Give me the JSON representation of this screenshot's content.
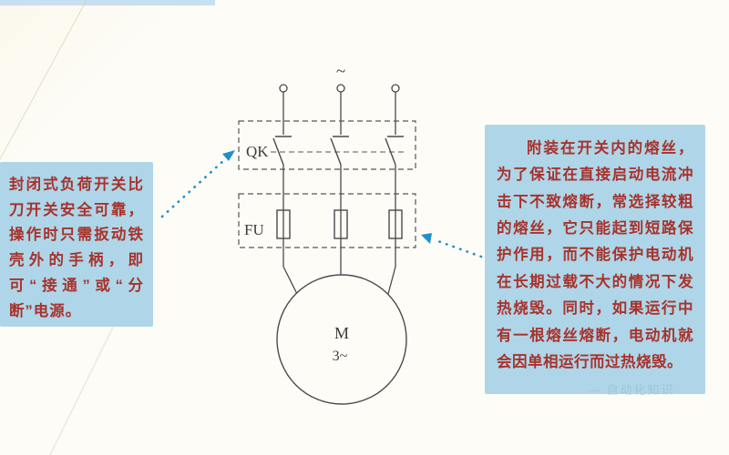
{
  "page": {
    "watermark": "— 自动化知识"
  },
  "circuit": {
    "source_symbol": "~",
    "switch_group_label": "QK",
    "fuse_group_label": "FU",
    "motor_letter": "M",
    "motor_phase": "3~"
  },
  "callouts": {
    "switch_note": "封闭式负荷开关比刀开关安全可靠，操作时只需扳动铁壳外的手柄，即可“接通”或“分断”电源。",
    "fuse_note": "附装在开关内的熔丝，为了保证在直接启动电流冲击下不致熔断，常选择较粗的熔丝，它只能起到短路保护作用，而不能保护电动机在长期过载不大的情况下发热烧毁。同时，如果运行中有一根熔丝熔断，电动机就会因单相运行而过热烧毁。"
  },
  "colors": {
    "callout_background": "#aed6e8",
    "callout_text": "#a8322c",
    "arrow_blue": "#2090c8",
    "line_gray": "#4a4a4a"
  }
}
